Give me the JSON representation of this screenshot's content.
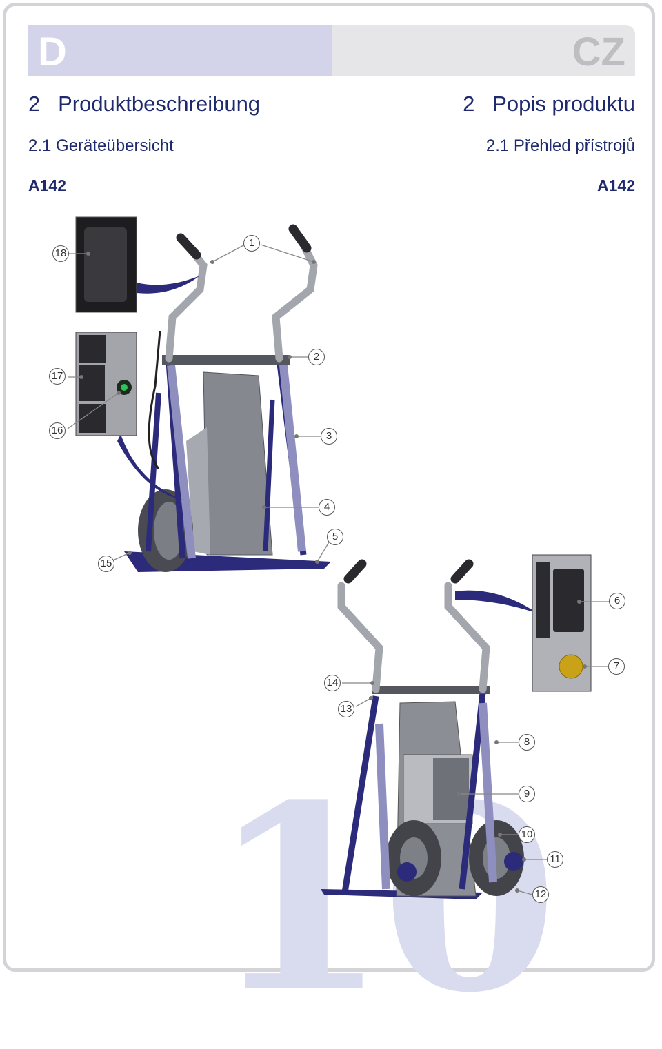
{
  "header": {
    "lang_left": "D",
    "lang_right": "CZ"
  },
  "left_col": {
    "heading": "2   Produktbeschreibung",
    "subheading": "2.1 Geräteübersicht",
    "model": "A142"
  },
  "right_col": {
    "heading": "2   Popis produktu",
    "subheading": "2.1 Přehled přístrojů",
    "model": "A142"
  },
  "callouts": [
    "1",
    "2",
    "3",
    "4",
    "5",
    "6",
    "7",
    "8",
    "9",
    "10",
    "11",
    "12",
    "13",
    "14",
    "15",
    "16",
    "17",
    "18"
  ],
  "page_number": "10",
  "colors": {
    "accent": "#1f2a6e",
    "frame_navy": "#2c2a7a",
    "handle_grey": "#9a9ca4",
    "lang_band": "#d3d4ea"
  }
}
